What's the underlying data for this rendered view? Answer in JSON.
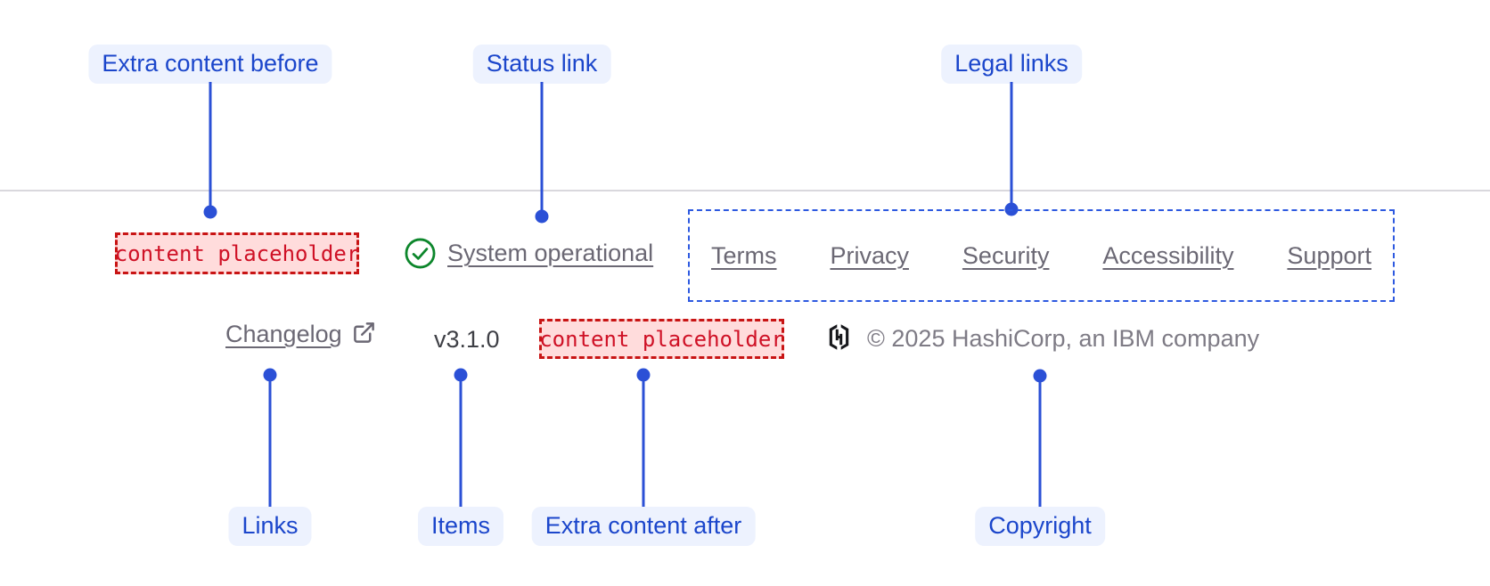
{
  "callouts": {
    "extra_content_before": "Extra content before",
    "status_link": "Status link",
    "legal_links": "Legal links",
    "links": "Links",
    "items": "Items",
    "extra_content_after": "Extra content after",
    "copyright": "Copyright"
  },
  "footer": {
    "extra_content_before": "content placeholder",
    "status_label": "System operational",
    "status_icon": "check-circle-icon",
    "legal_links": [
      "Terms",
      "Privacy",
      "Security",
      "Accessibility",
      "Support"
    ],
    "links": [
      {
        "label": "Changelog",
        "icon": "external-link-icon"
      }
    ],
    "version": "v3.1.0",
    "extra_content_after": "content placeholder",
    "logo": "hashicorp-logo-icon",
    "copyright": "© 2025 HashiCorp, an IBM company"
  },
  "colors": {
    "annotation_blue": "#2b50d6",
    "label_text_blue": "#1b46cb",
    "label_bg": "#edf2fe",
    "placeholder_border_red": "#c81414",
    "placeholder_bg_pink": "#ffdcdc",
    "status_green": "#0c862b",
    "link_gray": "#6b6874",
    "copyright_gray": "#7e7b85",
    "divider_gray": "#d9d8dd"
  }
}
